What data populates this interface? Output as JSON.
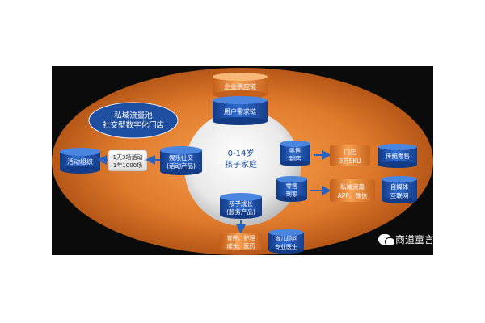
{
  "center": {
    "line1": "0-14岁",
    "line2": "孩子家庭"
  },
  "top_cylinders": {
    "enterprise_supply_chain": "企业供应链",
    "user_demand_chain": "用户需求链"
  },
  "private_pool": {
    "line1": "私域流量池",
    "line2": "社交型数字化门店"
  },
  "left_chain": {
    "activity_org": "活动组织",
    "activity_box": {
      "line1": "1天3场活动",
      "line2": "1年1000场"
    },
    "social_cylinder": {
      "line1": "娱乐社交",
      "line2": "(活动产品)"
    }
  },
  "right_chain": {
    "retail_store": {
      "line1": "零售",
      "line2": "到店"
    },
    "retail_home": {
      "line1": "零售",
      "line2": "到家"
    },
    "store_box": {
      "line1": "门店",
      "line2": "3万SKU"
    },
    "traditional_retail": "传统零售",
    "private_box": {
      "line1": "私域流量",
      "line2": "APP、微信"
    },
    "self_media": {
      "line1": "自媒体",
      "line2": "互联网"
    }
  },
  "bottom_chain": {
    "growth_cylinder": {
      "line1": "孩子成长",
      "line2": "(服务产品)"
    },
    "care_box": {
      "line1": "育养、护理",
      "line2": "成长、医药"
    },
    "consultant": {
      "line1": "育儿顾问",
      "line2": "专业医生"
    }
  },
  "watermark": {
    "text": "商道童言",
    "icon": "wechat-icon"
  },
  "colors": {
    "orange": "#e07a2c",
    "blue": "#1f4fa0",
    "cylinder_blue": "#2a62c0",
    "cylinder_orange": "#ee8c35",
    "background": "#0b0b0b"
  }
}
